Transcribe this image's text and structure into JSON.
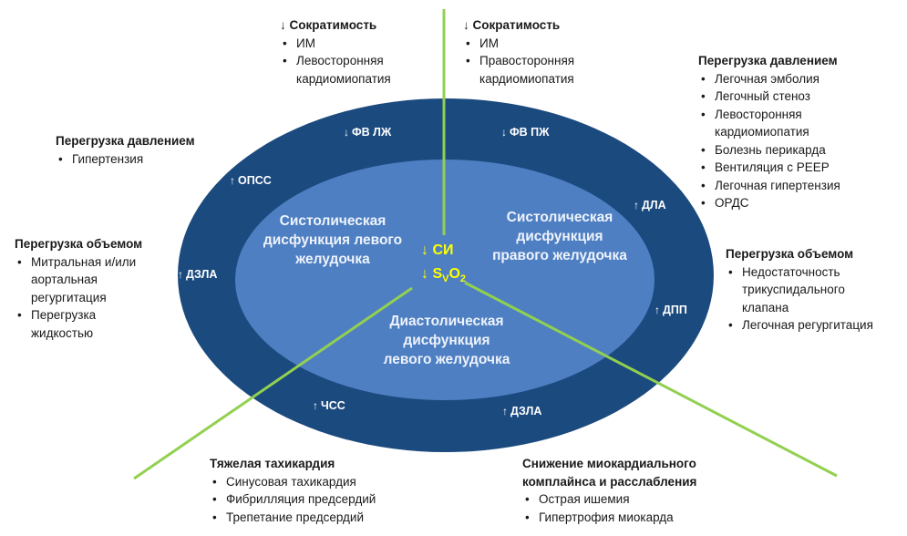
{
  "colors": {
    "outer_ellipse": "#1b4a7e",
    "inner_ellipse": "#4e7fc2",
    "divider_lines": "#92d050",
    "highlight_text": "#ffff00"
  },
  "center": {
    "lv_systolic": [
      "Систолическая",
      "дисфункция левого",
      "желудочка"
    ],
    "rv_systolic": [
      "Систолическая",
      "дисфункция",
      "правого желудочка"
    ],
    "lv_diastolic": [
      "Диастолическая",
      "дисфункция",
      "левого желудочка"
    ],
    "ci": "СИ",
    "svo2_main": "S",
    "svo2_sub1": "V",
    "svo2_o": "O",
    "svo2_sub2": "2",
    "down_arrow": "↓"
  },
  "ring_labels": {
    "fv_lzh": "ФВ ЛЖ",
    "fv_pzh": "ФВ ПЖ",
    "opss": "ОПСС",
    "dla": "ДЛА",
    "dzla_left": "ДЗЛА",
    "dpp": "ДПП",
    "chss": "ЧСС",
    "dzla_bottom": "ДЗЛА",
    "up_arrow": "↑",
    "down_arrow": "↓"
  },
  "blocks": {
    "contract_left": {
      "arrow": "↓",
      "title": "Сократимость",
      "items": [
        "ИМ",
        "Левосторонняя кардиомиопатия"
      ]
    },
    "contract_right": {
      "arrow": "↓",
      "title": "Сократимость",
      "items": [
        "ИМ",
        "Правосторонняя кардиомиопатия"
      ]
    },
    "pressure_left": {
      "title": "Перегрузка давлением",
      "items": [
        "Гипертензия"
      ]
    },
    "pressure_right": {
      "title": "Перегрузка давлением",
      "items": [
        "Легочная эмболия",
        "Легочный стеноз",
        "Левосторонняя кардиомиопатия",
        "Болезнь перикарда",
        "Вентиляция с PEEP",
        "Легочная гипертензия",
        "ОРДС"
      ]
    },
    "volume_left": {
      "title": "Перегрузка объемом",
      "items": [
        "Митральная и/или аортальная регургитация",
        "Перегрузка жидкостью"
      ]
    },
    "volume_right": {
      "title": "Перегрузка объемом",
      "items": [
        "Недостаточность трикуспидального клапана",
        "Легочная регургитация"
      ]
    },
    "tachy": {
      "title": "Тяжелая тахикардия",
      "items": [
        "Синусовая тахикардия",
        "Фибрилляция предсердий",
        "Трепетание предсердий"
      ]
    },
    "compliance": {
      "title": "Снижение миокардиального комплайнса и расслабления",
      "items": [
        "Острая ишемия",
        "Гипертрофия миокарда"
      ]
    }
  }
}
